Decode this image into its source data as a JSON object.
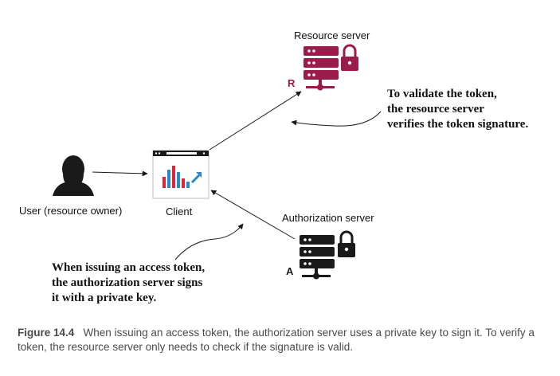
{
  "user": {
    "label": "User (resource owner)"
  },
  "client": {
    "label": "Client"
  },
  "resource_server": {
    "label": "Resource server",
    "letter": "R",
    "color": "#9b1b4a"
  },
  "authorization_server": {
    "label": "Authorization server",
    "letter": "A",
    "color": "#1a1a1a"
  },
  "notes": {
    "resource_note": [
      "To validate the token,",
      "the resource server",
      "verifies the token signature."
    ],
    "authorization_note": [
      "When issuing an access token,",
      "the authorization server signs",
      "it with a private key."
    ]
  },
  "caption": {
    "number": "Figure 14.4",
    "text": "When issuing an access token, the authorization server uses a private key to sign it. To verify a token, the resource server only needs to check if the signature is valid."
  },
  "colors": {
    "accent": "#9b1b4a",
    "chart_red": "#d9263e",
    "chart_blue": "#2a87c8",
    "arrow": "#1a1a1a"
  }
}
